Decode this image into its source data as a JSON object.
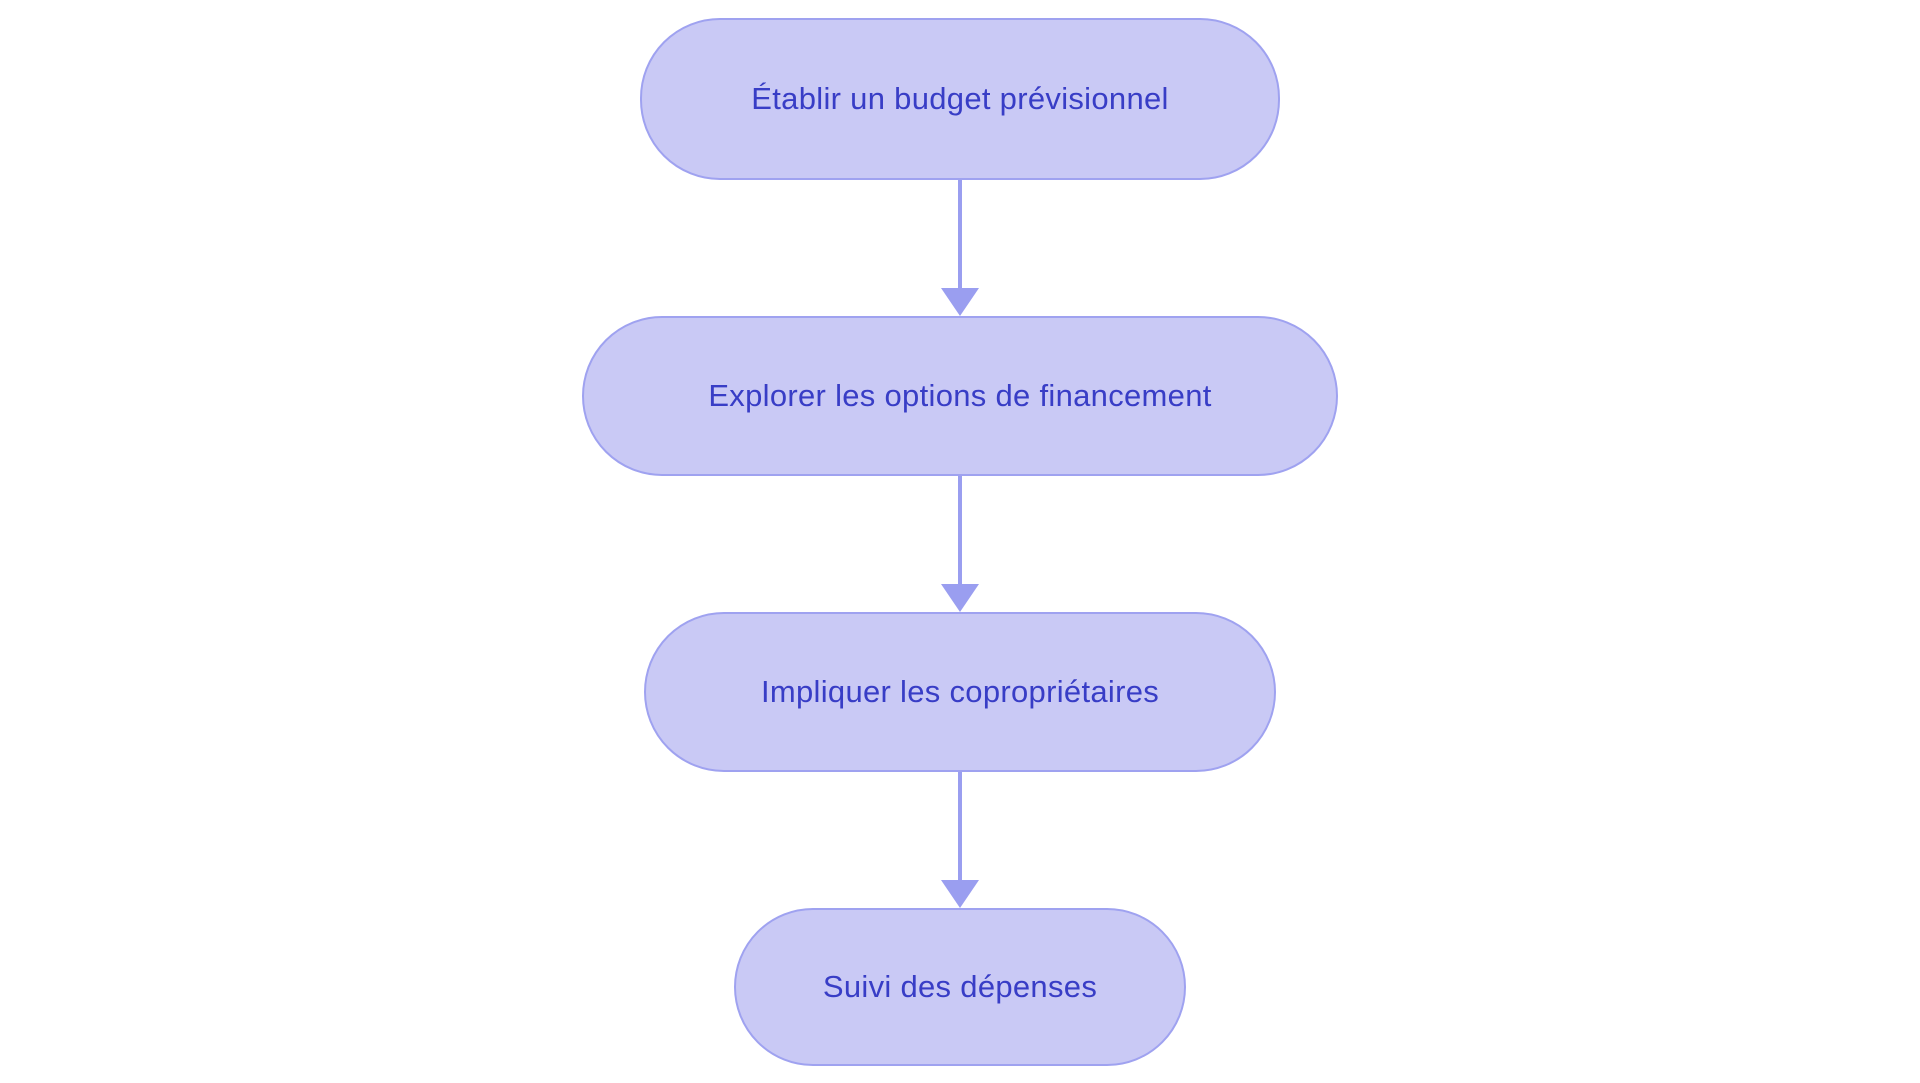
{
  "diagram": {
    "type": "flowchart",
    "direction": "top-down",
    "nodes": [
      {
        "id": "n1",
        "label": "Établir un budget prévisionnel"
      },
      {
        "id": "n2",
        "label": "Explorer les options de financement"
      },
      {
        "id": "n3",
        "label": "Impliquer les copropriétaires"
      },
      {
        "id": "n4",
        "label": "Suivi des dépenses"
      }
    ],
    "edges": [
      {
        "from": "n1",
        "to": "n2"
      },
      {
        "from": "n2",
        "to": "n3"
      },
      {
        "from": "n3",
        "to": "n4"
      }
    ]
  },
  "colors": {
    "background": "#ffffff",
    "node_fill": "#c9c9f5",
    "node_border": "#9fa2f0",
    "node_text": "#383dc6",
    "arrow": "#9a9ef0"
  }
}
